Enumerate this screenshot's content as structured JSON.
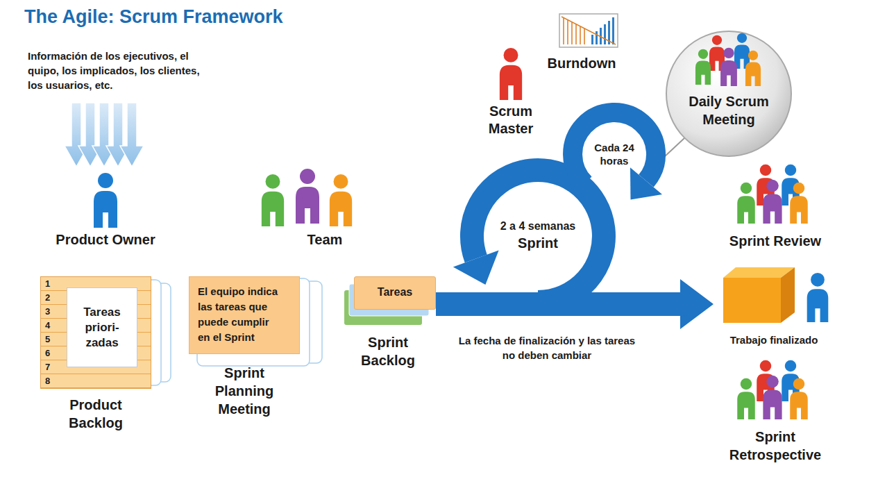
{
  "diagram": {
    "title": "The Agile: Scrum Framework",
    "nodes": [
      {
        "text": [
          "Burndown"
        ]
      },
      {
        "text": [
          "Daily Scrum Meeting"
        ]
      },
      {
        "text": [
          "Product Backlog"
        ]
      },
      {
        "text": [
          "Tareas priori- zadas"
        ],
        "in": 2
      },
      {
        "text": [
          "El equipo indica las tareas que puede cumplir en el Sprint",
          "Sprint Planning Meeting"
        ]
      },
      {
        "text": [
          "Tareas",
          "Sprint Backlog"
        ]
      },
      {
        "text": [
          "Trabajo finalizado"
        ]
      }
    ],
    "edges": [
      {
        "from": 5,
        "to": 6,
        "arrow": "to",
        "label": "La fecha de finalización y las tareas no deben cambiar"
      }
    ],
    "labels": [
      "Información de los ejecutivos, el quipo, los implicados, los clientes, los usuarios, etc.",
      "Product Owner",
      "Team",
      "Scrum Master",
      "Cada 24 horas",
      "2 a 4 semanas",
      "Sprint",
      "Sprint Review",
      "Sprint Retrospective",
      "1",
      "2",
      "3",
      "4",
      "5",
      "6",
      "7",
      "8"
    ]
  }
}
